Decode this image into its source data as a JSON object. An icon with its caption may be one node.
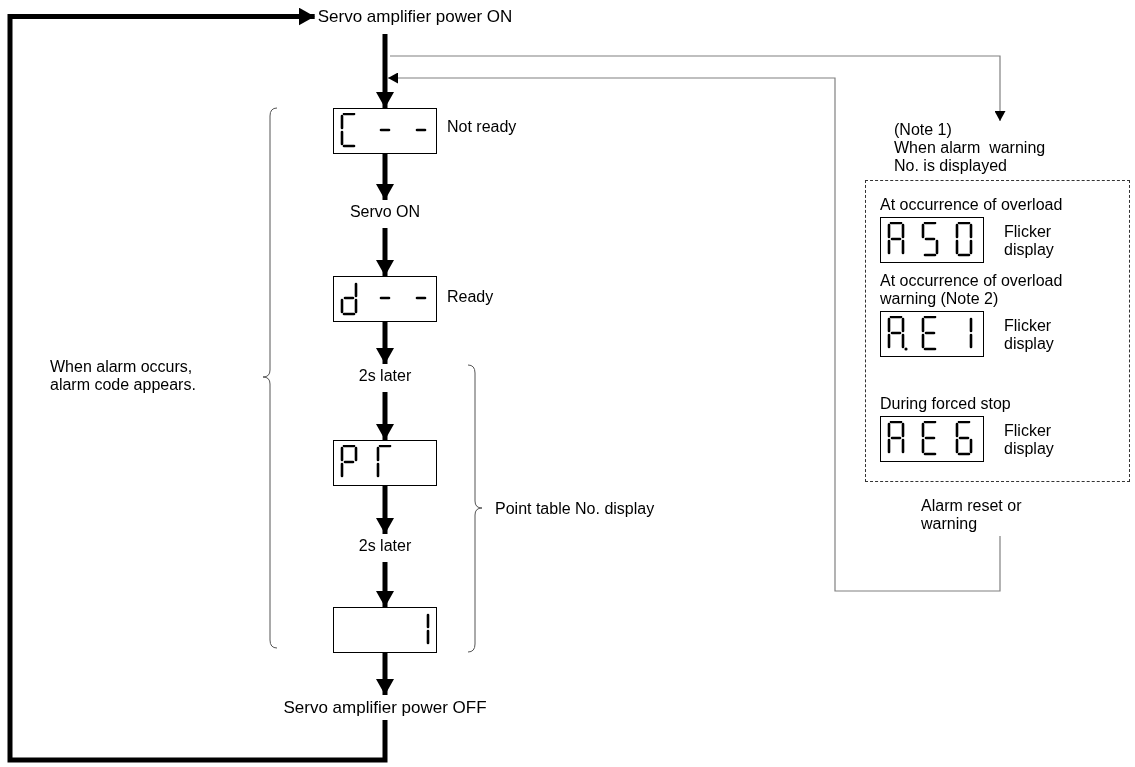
{
  "diagram": {
    "nodes": [
      {
        "text": [
          "Servo amplifier power ON"
        ]
      },
      {
        "text": [],
        "shape": "box",
        "beside": [
          "Not ready"
        ]
      },
      {
        "text": [
          "Servo ON"
        ]
      },
      {
        "text": [],
        "shape": "box",
        "beside": [
          "Ready"
        ]
      },
      {
        "text": [
          "2s later"
        ]
      },
      {
        "text": [],
        "shape": "box"
      },
      {
        "text": [
          "2s later"
        ]
      },
      {
        "text": [],
        "shape": "box"
      },
      {
        "text": [
          "Servo amplifier power OFF"
        ]
      },
      {
        "text": [
          "(Note 1)",
          "When alarm  warning No. is displayed"
        ]
      },
      {
        "text": [],
        "shape": "box"
      },
      {
        "text": [
          "At occurrence of overload"
        ],
        "beside": [
          "Flicker display"
        ],
        "in": 10
      },
      {
        "text": [
          "At occurrence of overload warning (Note 2)"
        ],
        "beside": [
          "Flicker display"
        ],
        "in": 10
      },
      {
        "text": [
          "During forced stop"
        ],
        "beside": [
          "Flicker display"
        ],
        "in": 10
      },
      {
        "text": [
          "Alarm reset or warning"
        ]
      }
    ],
    "edges": [
      {
        "from": 0,
        "to": 1,
        "arrow": "to"
      },
      {
        "from": 1,
        "to": 2,
        "arrow": "to"
      },
      {
        "from": 2,
        "to": 3,
        "arrow": "to"
      },
      {
        "from": 3,
        "to": 4,
        "arrow": "to"
      },
      {
        "from": 4,
        "to": 5,
        "arrow": "to"
      },
      {
        "from": 5,
        "to": 6,
        "arrow": "to"
      },
      {
        "from": 6,
        "to": 7,
        "arrow": "to"
      },
      {
        "from": 7,
        "to": 8,
        "arrow": "to"
      },
      {
        "from": 8,
        "to": 0,
        "arrow": "to"
      },
      {
        "from": null,
        "to": 9,
        "arrow": "to",
        "color": "#808080"
      },
      {
        "from": 14,
        "to": null,
        "arrow": "to",
        "color": "#808080"
      }
    ],
    "labels": [
      "When alarm occurs, alarm code appears.",
      "Point table No. display"
    ]
  }
}
